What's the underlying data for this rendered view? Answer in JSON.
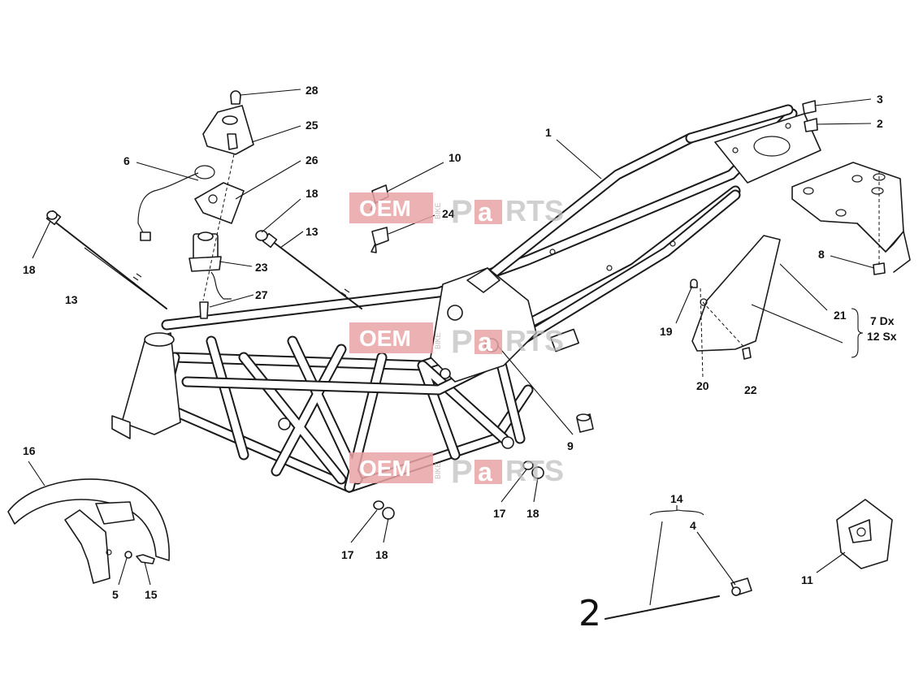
{
  "watermark": {
    "brand_left": "OEM",
    "brand_middle": "BIKE",
    "brand_p": "P",
    "brand_a": "a",
    "brand_right": "RTS"
  },
  "callouts": [
    {
      "id": "c1",
      "label": "1"
    },
    {
      "id": "c2",
      "label": "2"
    },
    {
      "id": "c3",
      "label": "3"
    },
    {
      "id": "c4",
      "label": "4"
    },
    {
      "id": "c5",
      "label": "5"
    },
    {
      "id": "c6",
      "label": "6"
    },
    {
      "id": "c8",
      "label": "8"
    },
    {
      "id": "c9",
      "label": "9"
    },
    {
      "id": "c10",
      "label": "10"
    },
    {
      "id": "c11",
      "label": "11"
    },
    {
      "id": "c13a",
      "label": "13"
    },
    {
      "id": "c13b",
      "label": "13"
    },
    {
      "id": "c14",
      "label": "14"
    },
    {
      "id": "c15",
      "label": "15"
    },
    {
      "id": "c16",
      "label": "16"
    },
    {
      "id": "c17a",
      "label": "17"
    },
    {
      "id": "c17b",
      "label": "17"
    },
    {
      "id": "c18a",
      "label": "18"
    },
    {
      "id": "c18b",
      "label": "18"
    },
    {
      "id": "c18c",
      "label": "18"
    },
    {
      "id": "c18d",
      "label": "18"
    },
    {
      "id": "c19",
      "label": "19"
    },
    {
      "id": "c20",
      "label": "20"
    },
    {
      "id": "c21",
      "label": "21"
    },
    {
      "id": "c22",
      "label": "22"
    },
    {
      "id": "c23",
      "label": "23"
    },
    {
      "id": "c24",
      "label": "24"
    },
    {
      "id": "c25",
      "label": "25"
    },
    {
      "id": "c26",
      "label": "26"
    },
    {
      "id": "c27",
      "label": "27"
    },
    {
      "id": "c28",
      "label": "28"
    }
  ],
  "side_note": {
    "right": "7 Dx",
    "left": "12 Sx"
  },
  "handwritten_mark": "2"
}
